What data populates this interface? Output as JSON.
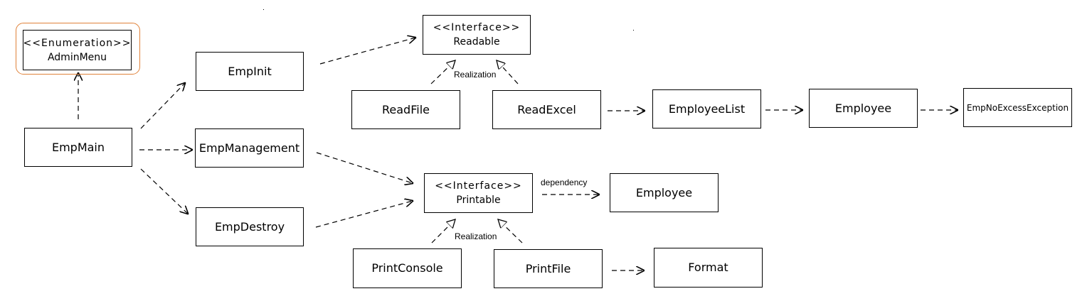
{
  "classes": {
    "admin_menu": {
      "stereotype": "<<Enumeration>>",
      "name": "AdminMenu"
    },
    "emp_main": "EmpMain",
    "emp_init": "EmpInit",
    "emp_management": "EmpManagement",
    "emp_destroy": "EmpDestroy",
    "readable": {
      "stereotype": "<<Interface>>",
      "name": "Readable"
    },
    "read_file": "ReadFile",
    "read_excel": "ReadExcel",
    "employee_list": "EmployeeList",
    "employee_top": "Employee",
    "emp_no_excess_exception": "EmpNoExcessException",
    "printable": {
      "stereotype": "<<Interface>>",
      "name": "Printable"
    },
    "employee_bottom": "Employee",
    "print_console": "PrintConsole",
    "print_file": "PrintFile",
    "format": "Format"
  },
  "edge_labels": {
    "readable_realization": "Realization",
    "printable_realization": "Realization",
    "printable_dependency": "dependency"
  },
  "colors": {
    "line": "#000000",
    "highlight_outline": "#e0823a",
    "background": "#ffffff"
  }
}
